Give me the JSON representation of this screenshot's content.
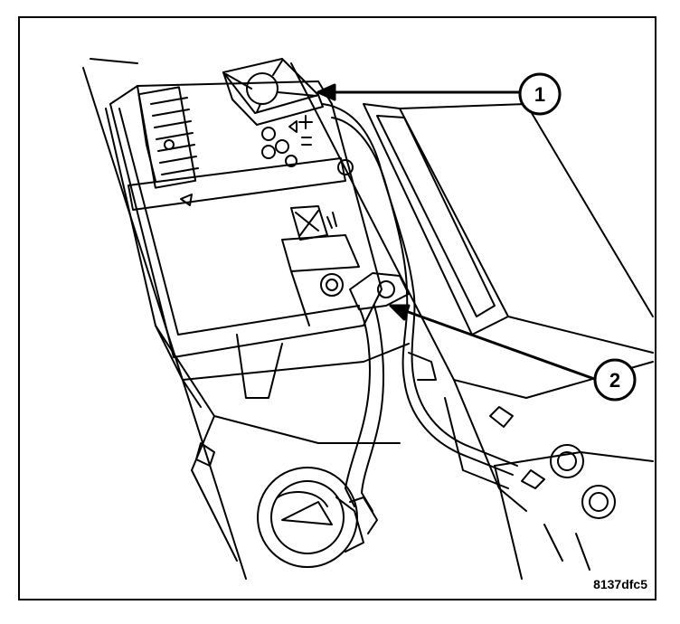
{
  "figure": {
    "id_code": "8137dfc5",
    "callouts": [
      {
        "number": "1"
      },
      {
        "number": "2"
      }
    ]
  },
  "colors": {
    "line": "#000000",
    "background": "#ffffff"
  }
}
